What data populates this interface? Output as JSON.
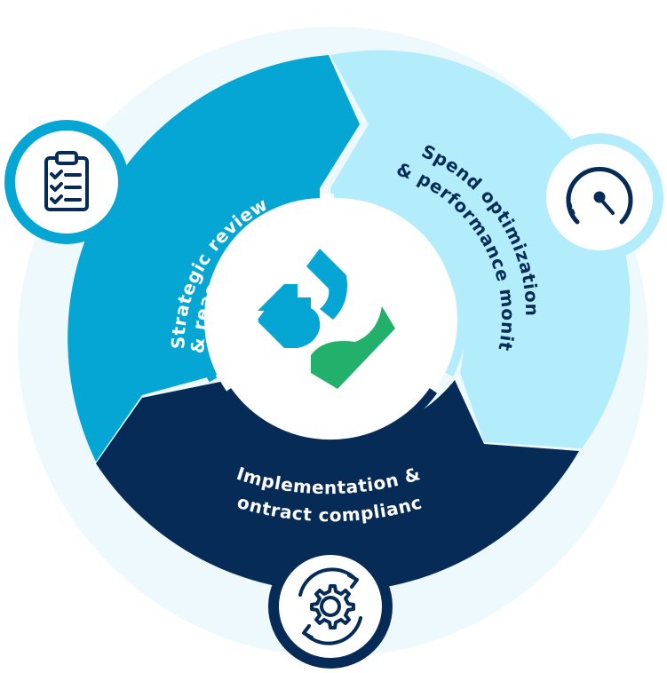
{
  "stages": [
    {
      "label_line1": "Strategic review",
      "label_line2": "& reassessment",
      "icon": "clipboard-checklist-icon"
    },
    {
      "label_line1": "Spend optimization",
      "label_line2": "& performance monitoring",
      "icon": "speedometer-gauge-icon"
    },
    {
      "label_line1": "Implementation &",
      "label_line2": "contract compliance",
      "icon": "gear-cycle-icon"
    }
  ],
  "center_icon": "cycle-arrows-logo-icon",
  "colors": {
    "stage_strategic": "#05a6d3",
    "stage_spend": "#b3ecfa",
    "stage_implementation": "#062b57",
    "icon_stroke": "#062b57",
    "logo_blue": "#05a6d3",
    "logo_green": "#22b06a",
    "outer_ring": "#eef9fd",
    "label_light": "#ffffff",
    "label_dark": "#062b57"
  }
}
